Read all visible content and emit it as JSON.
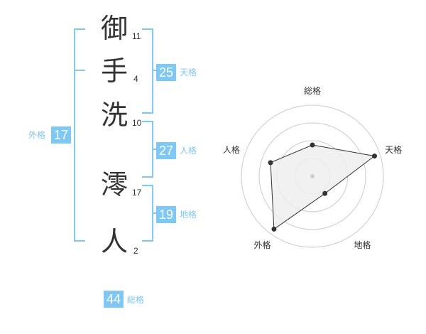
{
  "characters": [
    {
      "kanji": "御",
      "strokes": "11"
    },
    {
      "kanji": "手",
      "strokes": "4"
    },
    {
      "kanji": "洗",
      "strokes": "10"
    },
    {
      "kanji": "澪",
      "strokes": "17"
    },
    {
      "kanji": "人",
      "strokes": "2"
    }
  ],
  "kaku": {
    "tenkaku": {
      "value": "25",
      "label": "天格"
    },
    "jinkaku": {
      "value": "27",
      "label": "人格"
    },
    "chikaku": {
      "value": "19",
      "label": "地格"
    },
    "gaikaku": {
      "value": "17",
      "label": "外格"
    },
    "soukaku": {
      "value": "44",
      "label": "総格"
    }
  },
  "colors": {
    "accent": "#7ec8f5",
    "text": "#333333",
    "grid": "#cccccc"
  },
  "chart_data": {
    "type": "radar",
    "axes": [
      "総格",
      "天格",
      "地格",
      "外格",
      "人格"
    ],
    "values": [
      0.44,
      0.92,
      0.3,
      0.92,
      0.62
    ],
    "rings": 4,
    "range": [
      0,
      1
    ]
  }
}
